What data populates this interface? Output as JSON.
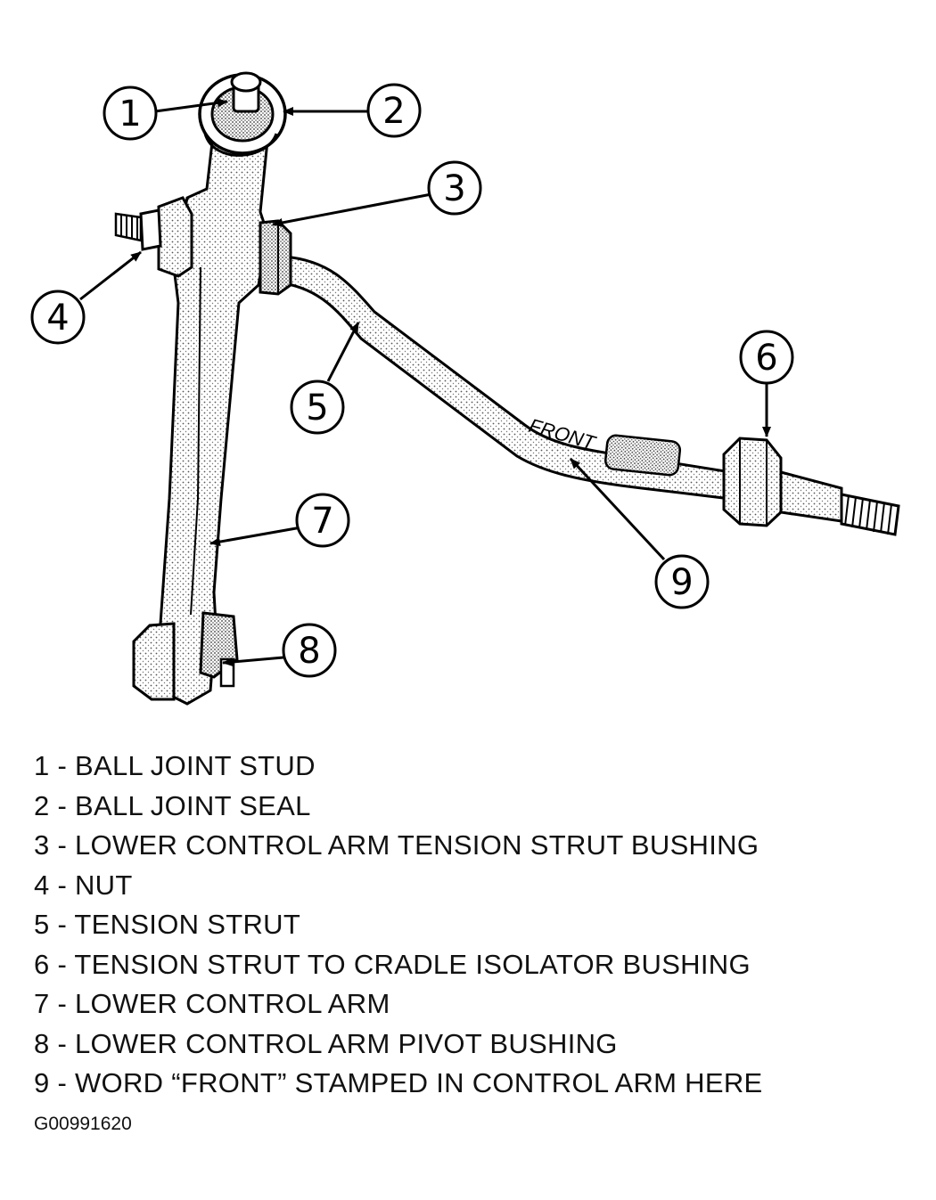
{
  "callouts": [
    "1",
    "2",
    "3",
    "4",
    "5",
    "6",
    "7",
    "8",
    "9"
  ],
  "stamp_text": "FRONT",
  "legend": [
    {
      "text": "1 - BALL JOINT STUD"
    },
    {
      "text": "2 - BALL JOINT SEAL"
    },
    {
      "text": "3 - LOWER CONTROL ARM TENSION STRUT BUSHING"
    },
    {
      "text": "4 - NUT"
    },
    {
      "text": "5 - TENSION STRUT"
    },
    {
      "text": "6 - TENSION STRUT TO CRADLE ISOLATOR BUSHING"
    },
    {
      "text": "7 - LOWER CONTROL ARM"
    },
    {
      "text": "8 - LOWER CONTROL ARM PIVOT BUSHING"
    },
    {
      "text": "9 - WORD “FRONT” STAMPED IN CONTROL ARM HERE"
    }
  ],
  "figure_id": "G00991620"
}
